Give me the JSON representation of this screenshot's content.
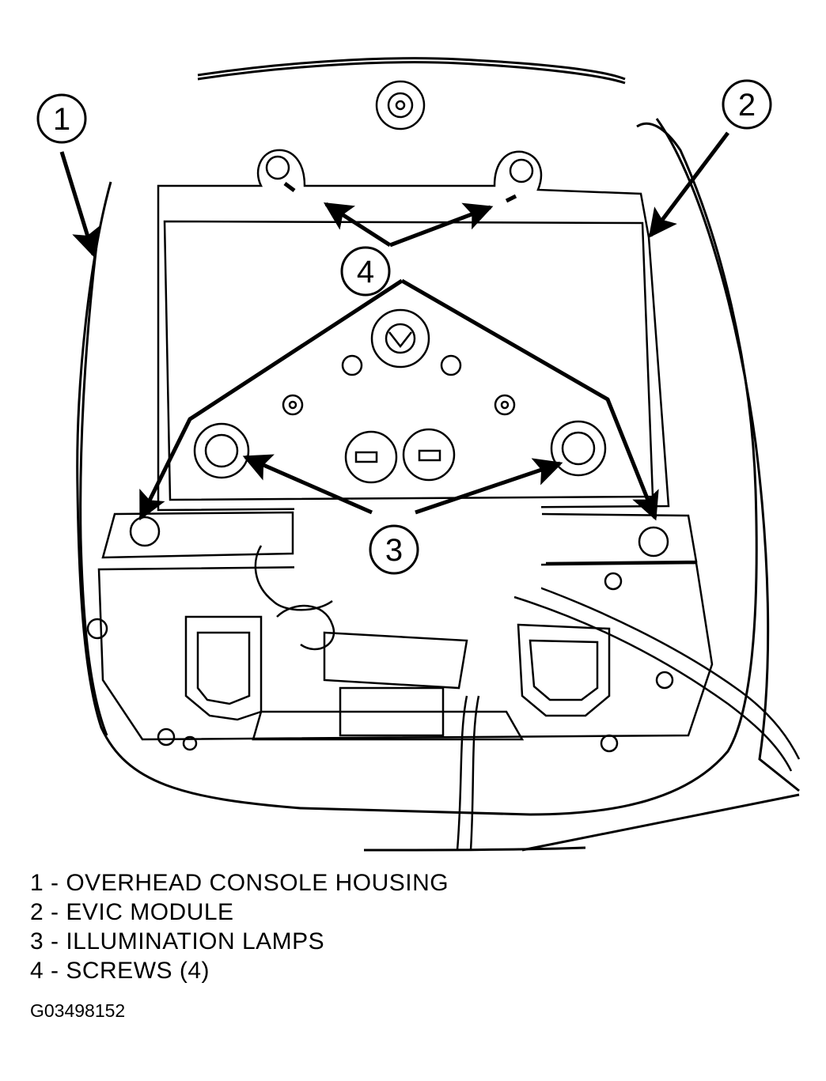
{
  "callouts": [
    "1",
    "2",
    "3",
    "4"
  ],
  "legend": [
    "1 - OVERHEAD CONSOLE HOUSING",
    "2 - EVIC MODULE",
    "3 - ILLUMINATION LAMPS",
    "4 - SCREWS (4)"
  ],
  "figure_id": "G03498152"
}
